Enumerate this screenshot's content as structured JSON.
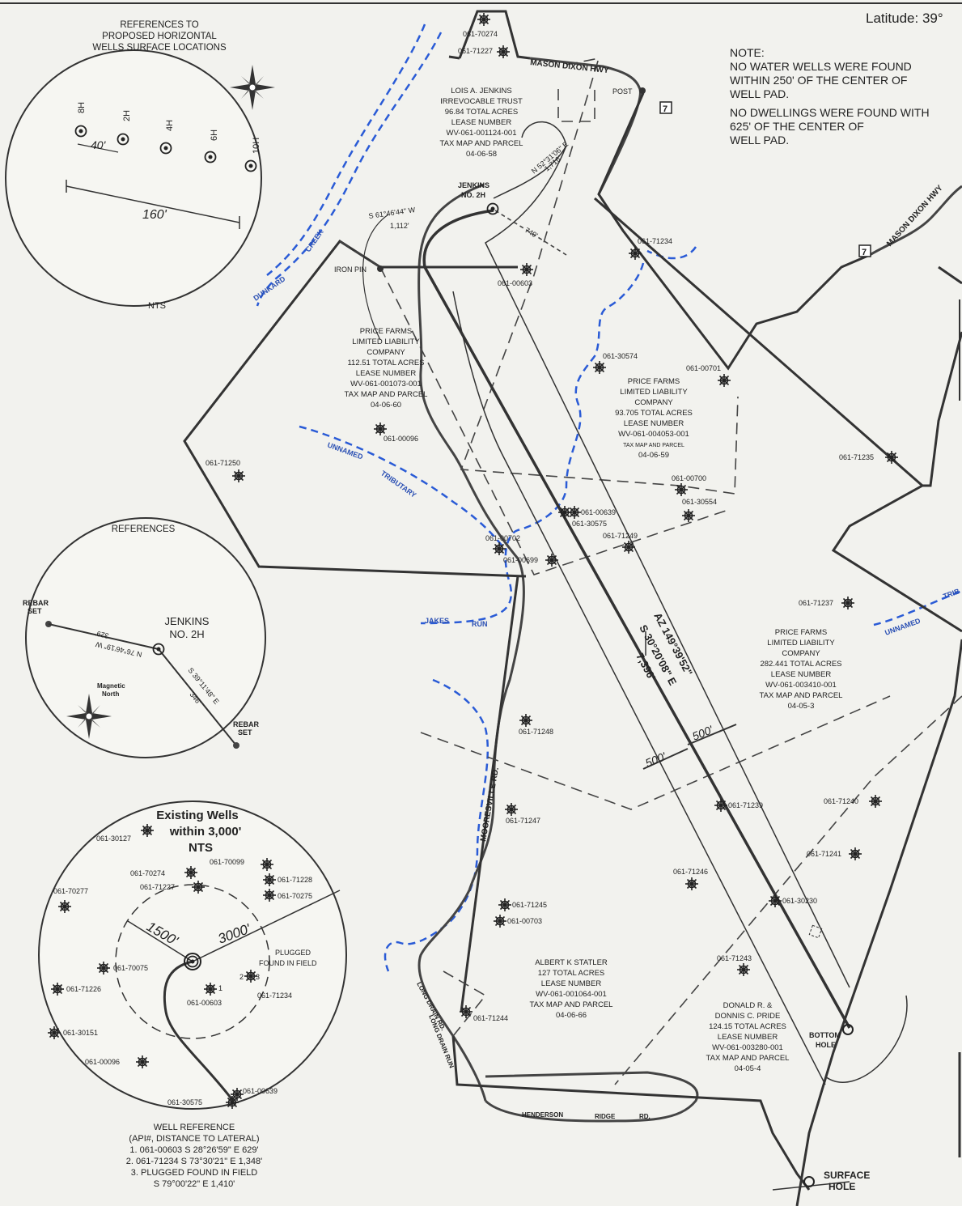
{
  "header": {
    "latitude_label": "Latitude: 39°"
  },
  "note": {
    "lines": [
      "NOTE:",
      "NO WATER WELLS WERE FOUND",
      "WITHIN 250' OF THE CENTER OF",
      "WELL PAD.",
      "NO DWELLINGS WERE FOUND WITH",
      "625' OF THE CENTER OF",
      "WELL PAD."
    ]
  },
  "inset_surface": {
    "title_lines": [
      "REFERENCES TO",
      "PROPOSED HORIZONTAL",
      "WELLS SURFACE LOCATIONS"
    ],
    "wells": [
      "8H",
      "2H",
      "4H",
      "6H",
      "10H"
    ],
    "spacing": "40'",
    "width": "160'",
    "scale": "NTS"
  },
  "inset_references": {
    "title": "REFERENCES",
    "rebar_left": [
      "REBAR",
      "SET"
    ],
    "rebar_right": [
      "REBAR",
      "SET"
    ],
    "well_name": [
      "JENKINS",
      "NO. 2H"
    ],
    "bearing_left": "N 76°46'19\" W",
    "dist_left": "329'",
    "bearing_right": "S 39°11'48\" E",
    "dist_right": "346'",
    "north_label": [
      "Magnetic",
      "North"
    ]
  },
  "inset_existing": {
    "title_lines": [
      "Existing Wells",
      "within 3,000'",
      "NTS"
    ],
    "r1": "1500'",
    "r2": "3000'",
    "plugged": [
      "PLUGGED",
      "FOUND IN FIELD"
    ],
    "wells": [
      "061-30127",
      "061-70274",
      "061-70099",
      "061-71228",
      "061-71227",
      "061-70275",
      "061-70277",
      "061-70075",
      "061-71226",
      "061-71234",
      "061-00603",
      "061-30151",
      "061-00096",
      "061-30575",
      "061-00639"
    ],
    "markers": [
      "1",
      "2",
      "3"
    ]
  },
  "well_reference": {
    "lines": [
      "WELL REFERENCE",
      "(API#, DISTANCE TO LATERAL)",
      "1. 061-00603 S 28°26'59\" E  629'",
      "2. 061-71234 S 73°30'21\" E  1,348'",
      "3. PLUGGED FOUND IN FIELD",
      "S 79°00'22\" E  1,410'"
    ]
  },
  "tracts": {
    "jenkins": [
      "LOIS A. JENKINS",
      "IRREVOCABLE TRUST",
      "96.84 TOTAL ACRES",
      "LEASE NUMBER",
      "WV-061-001124-001",
      "TAX MAP AND PARCEL",
      "04-06-58"
    ],
    "price1": [
      "PRICE FARMS",
      "LIMITED LIABILITY",
      "COMPANY",
      "112.51 TOTAL ACRES",
      "LEASE NUMBER",
      "WV-061-001073-001",
      "TAX MAP AND PARCEL",
      "04-06-60"
    ],
    "price2": [
      "PRICE FARMS",
      "LIMITED LIABILITY",
      "COMPANY",
      "93.705 TOTAL ACRES",
      "LEASE NUMBER",
      "WV-061-004053-001",
      "TAX MAP AND PARCEL",
      "04-06-59"
    ],
    "price3": [
      "PRICE FARMS",
      "LIMITED LIABILITY",
      "COMPANY",
      "282.441 TOTAL ACRES",
      "LEASE NUMBER",
      "WV-061-003410-001",
      "TAX MAP AND PARCEL",
      "04-05-3"
    ],
    "statler": [
      "ALBERT K STATLER",
      "127 TOTAL ACRES",
      "LEASE NUMBER",
      "WV-061-001064-001",
      "TAX MAP AND PARCEL",
      "04-06-66"
    ],
    "pride": [
      "DONALD R. &",
      "DONNIS C. PRIDE",
      "124.15 TOTAL ACRES",
      "LEASE NUMBER",
      "WV-061-003280-001",
      "TAX MAP AND PARCEL",
      "04-05-4"
    ]
  },
  "labels": {
    "jenkins_well": [
      "JENKINS",
      "NO. 2H"
    ],
    "post": "POST",
    "iron_pin": "IRON PIN",
    "route": "7",
    "bearing1": "S 61°46'44\" W",
    "bearing1_dist": "1,112'",
    "bearing2": "N 52°31'06\" E",
    "bearing2_dist": "1,716'",
    "dist_740": "740'",
    "az": "AZ 149°39'52\"",
    "bearing3": "S 30°20'08\" E",
    "lateral_len": "7,396'",
    "buffer_a": "500'",
    "buffer_b": "500'",
    "bottom_hole": [
      "BOTTOM",
      "HOLE"
    ],
    "surface_hole": [
      "SURFACE",
      "HOLE"
    ]
  },
  "roads": {
    "mason_dixon_1": "MASON DIXON HWY",
    "mason_dixon_2": "MASON DIXON HWY",
    "mooresville": "MOORESVILLE RD.",
    "long_drain_1": "LONG DRAIN RD.",
    "long_drain_2": "LONG DRAIN RUN",
    "henderson": [
      "HENDERSON",
      "RIDGE",
      "RD."
    ]
  },
  "streams": {
    "dunkard": "DUNKARD",
    "creek": "CREEK",
    "unnamed1": "UNNAMED",
    "tributary": "TRIBUTARY",
    "jakes": "JAKES",
    "run": "RUN",
    "unnamed2": "UNNAMED",
    "trib_edge": "TRIB"
  },
  "map_wells": [
    {
      "id": "061-70274"
    },
    {
      "id": "061-71227"
    },
    {
      "id": "061-71234"
    },
    {
      "id": "061-00603"
    },
    {
      "id": "061-30574"
    },
    {
      "id": "061-00701"
    },
    {
      "id": "061-00096"
    },
    {
      "id": "061-71250"
    },
    {
      "id": "061-00700"
    },
    {
      "id": "061-30554"
    },
    {
      "id": "061-00639"
    },
    {
      "id": "061-30575"
    },
    {
      "id": "061-71249"
    },
    {
      "id": "061-00702"
    },
    {
      "id": "061-00699"
    },
    {
      "id": "061-71235"
    },
    {
      "id": "061-71237"
    },
    {
      "id": "061-71248"
    },
    {
      "id": "061-71247"
    },
    {
      "id": "061-71239"
    },
    {
      "id": "061-71240"
    },
    {
      "id": "061-71241"
    },
    {
      "id": "061-71246"
    },
    {
      "id": "061-30230"
    },
    {
      "id": "061-71245"
    },
    {
      "id": "061-00703"
    },
    {
      "id": "061-71243"
    },
    {
      "id": "061-71244"
    }
  ]
}
